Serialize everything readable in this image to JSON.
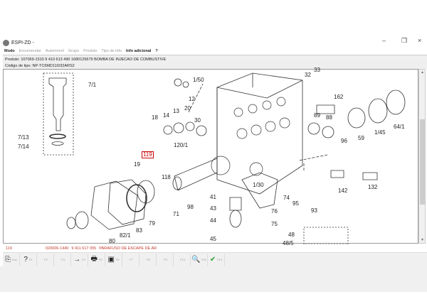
{
  "window": {
    "title": "ESPI-ZD -",
    "min": "–",
    "max": "❐",
    "close": "×"
  },
  "menu": [
    "Modo",
    "Encomendar",
    "Automóvel",
    "Grupo",
    "Produto",
    "Tipo de info",
    "Info adicional",
    "?"
  ],
  "info": {
    "line1": "Produto:  107069-1510  9 410 613 490  1680125679  BOMBA DE INJECAO DE COMBUSTIVE",
    "line2": "Código de tipo: NP-TC6MD110/32ARS2"
  },
  "diagram": {
    "selected": "119",
    "labels": [
      "7/1",
      "7/13",
      "7/14",
      "1/50",
      "12",
      "32",
      "33",
      "162",
      "18",
      "14",
      "13",
      "20",
      "30",
      "89",
      "88",
      "59",
      "1/45",
      "64/1",
      "19",
      "120/1",
      "96",
      "118",
      "142",
      "132",
      "98",
      "1/30",
      "74",
      "95",
      "93",
      "41",
      "43",
      "44",
      "76",
      "75",
      "45",
      "48",
      "48/5",
      "71",
      "79",
      "82/1",
      "83",
      "80"
    ]
  },
  "status": {
    "pos": "119",
    "number": "020006-1440",
    "part": "9 411 617 055",
    "desc": "PARAFUSO DE ESCAPE DE AR"
  },
  "toolbar": [
    {
      "icon": "exit-icon",
      "glyph": "⎘",
      "key": "Esc"
    },
    {
      "icon": "help-icon",
      "glyph": "?",
      "key": "F1"
    },
    {
      "icon": "blank",
      "glyph": "",
      "key": "F2"
    },
    {
      "icon": "blank",
      "glyph": "",
      "key": "F3"
    },
    {
      "icon": "arrow-icon",
      "glyph": "→",
      "key": "F4"
    },
    {
      "icon": "print-icon",
      "glyph": "🖶",
      "key": "F5"
    },
    {
      "icon": "image-settings-icon",
      "glyph": "▣",
      "key": "F6"
    },
    {
      "icon": "blank",
      "glyph": "",
      "key": "F7"
    },
    {
      "icon": "blank",
      "glyph": "",
      "key": "F8"
    },
    {
      "icon": "blank",
      "glyph": "",
      "key": "F9"
    },
    {
      "icon": "blank",
      "glyph": "",
      "key": "F10"
    },
    {
      "icon": "zoom-icon",
      "glyph": "🔍",
      "key": "F11"
    },
    {
      "icon": "check-icon",
      "glyph": "✔",
      "key": "F12"
    }
  ]
}
